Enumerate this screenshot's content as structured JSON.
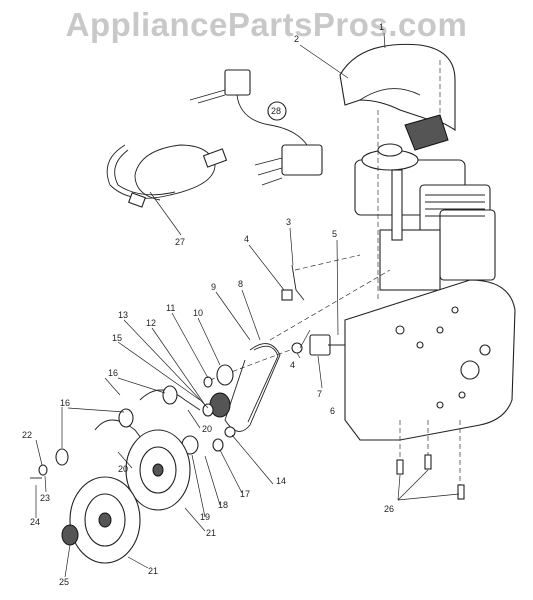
{
  "watermark": "AppliancePartsPros.com",
  "callouts": [
    "1",
    "2",
    "3",
    "4",
    "4",
    "5",
    "6",
    "7",
    "8",
    "9",
    "10",
    "11",
    "12",
    "13",
    "14",
    "15",
    "16",
    "16",
    "17",
    "18",
    "19",
    "20",
    "20",
    "21",
    "21",
    "22",
    "23",
    "24",
    "25",
    "26",
    "27",
    "28"
  ]
}
